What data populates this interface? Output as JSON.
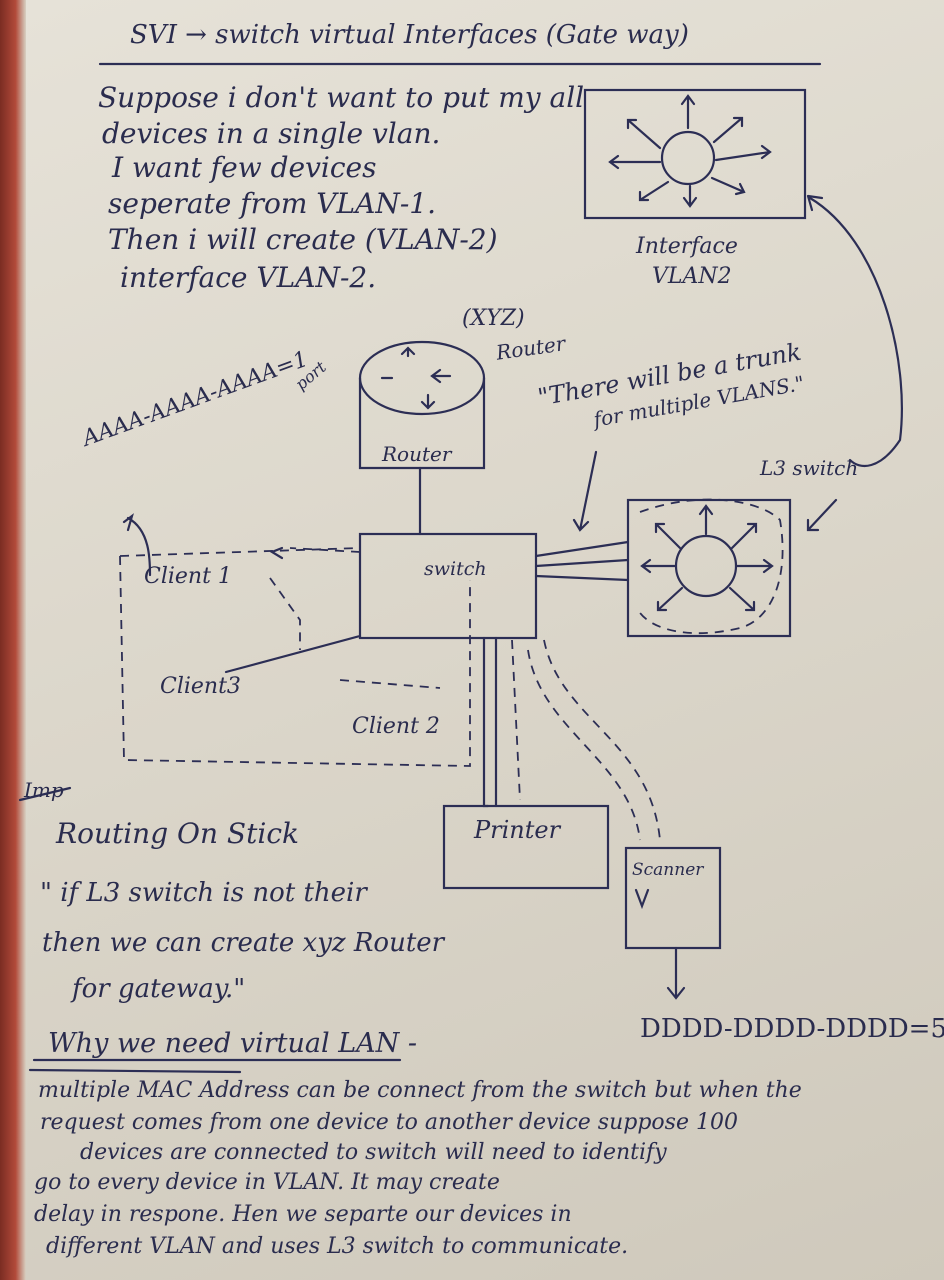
{
  "note": {
    "heading": "SVI → switch virtual Interfaces (Gate way)",
    "intro": [
      "Suppose i don't want to put my all",
      "devices in a single vlan.",
      "I want few devices",
      "seperate from VLAN-1.",
      "Then i will create (VLAN-2)",
      "interface VLAN-2."
    ],
    "interface_label": [
      "Interface",
      "VLAN2"
    ],
    "router_box_label": "Router",
    "xyz_router_label": [
      "(XYZ)",
      "Router"
    ],
    "mac_label": "AAAA-AAAA-AAAA=1",
    "port_label": "port",
    "trunk_note": [
      "\"There will be a trunk",
      "for multiple VLANS.\""
    ],
    "l3_switch_label": "L3 switch",
    "switch_label": "switch",
    "client1_label": "Client 1",
    "client2_label": "Client 2",
    "client3_label": "Client3",
    "printer_label": "Printer",
    "scanner_label": "Scanner",
    "mac_label_2": "DDDD-DDDD-DDDD=5",
    "imp_label": "Imp",
    "routing_title": "Routing On Stick",
    "routing_note": [
      "\" if L3 switch is not their",
      "then we can create xyz Router",
      "for gateway.\""
    ],
    "why_title": "Why we need virtual LAN -",
    "why_body": [
      "multiple MAC Address can be connect from the switch but when the",
      "request comes from one device to another device suppose 100",
      "devices are connected to switch will need to identify",
      "go to every device in VLAN. It may create",
      "delay in respone. Hen we separte our devices in",
      "different VLAN and uses L3 switch to communicate."
    ]
  }
}
